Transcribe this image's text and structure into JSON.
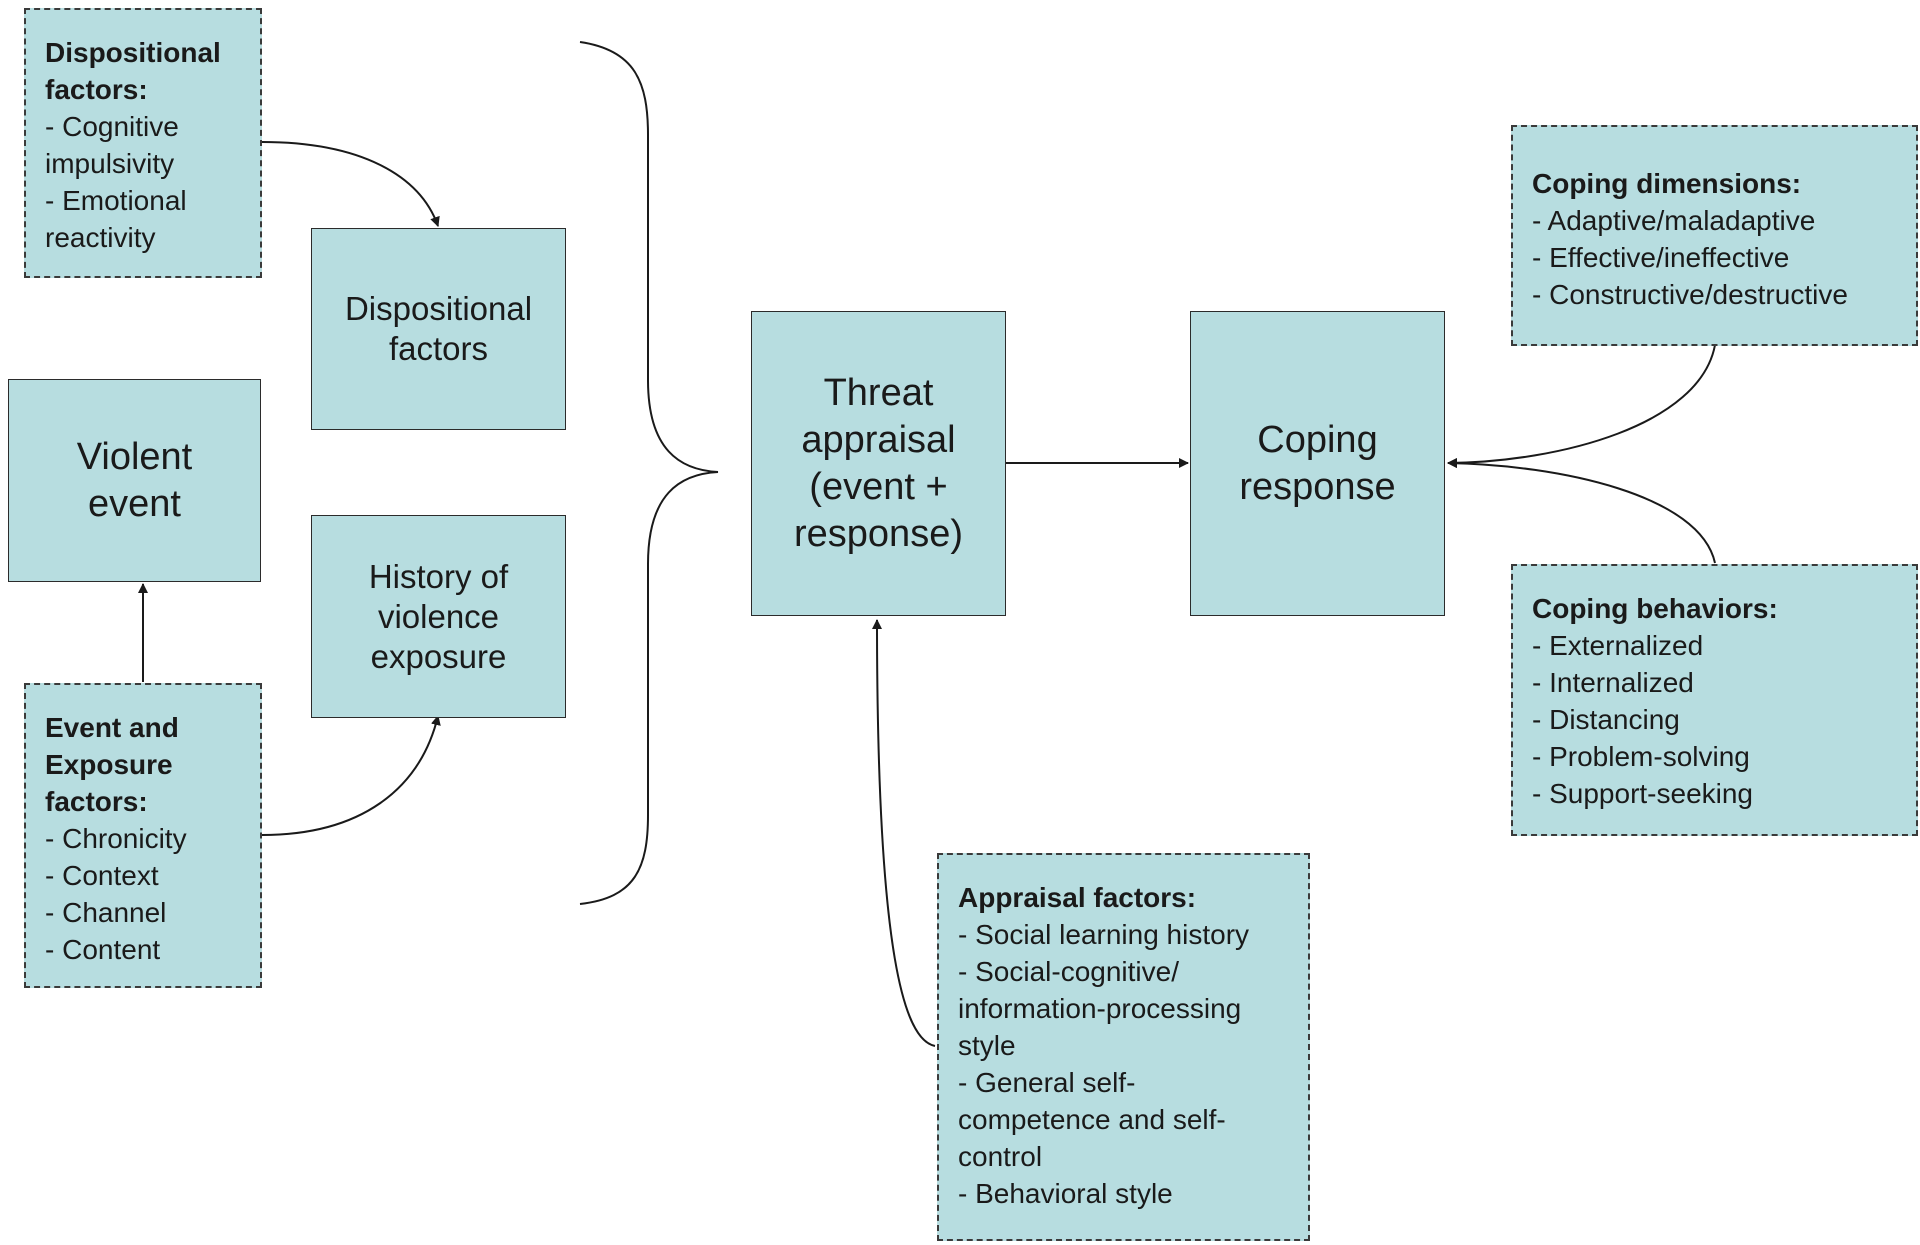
{
  "nodes": {
    "violent_event": "Violent\nevent",
    "dispositional_factors": "Dispositional\nfactors",
    "history_violence_exposure": "History of\nviolence\nexposure",
    "threat_appraisal": "Threat\nappraisal\n(event +\nresponse)",
    "coping_response": "Coping\nresponse"
  },
  "notes": {
    "dispositional": {
      "title": "Dispositional\nfactors:",
      "lines": "- Cognitive\nimpulsivity\n- Emotional\nreactivity"
    },
    "event_exposure": {
      "title": "Event and\nExposure\nfactors:",
      "lines": "- Chronicity\n- Context\n- Channel\n- Content"
    },
    "appraisal": {
      "title": "Appraisal factors:",
      "lines": "- Social learning history\n- Social-cognitive/\ninformation-processing\nstyle\n- General self-\ncompetence and self-\ncontrol\n- Behavioral style"
    },
    "coping_dimensions": {
      "title": "Coping dimensions:",
      "lines": "- Adaptive/maladaptive\n- Effective/ineffective\n- Constructive/destructive"
    },
    "coping_behaviors": {
      "title": "Coping behaviors:",
      "lines": "- Externalized\n- Internalized\n- Distancing\n- Problem-solving\n- Support-seeking"
    }
  },
  "colors": {
    "box_fill": "#b7dde0",
    "box_border": "#2b2b2b",
    "connector": "#1a1a1a"
  }
}
